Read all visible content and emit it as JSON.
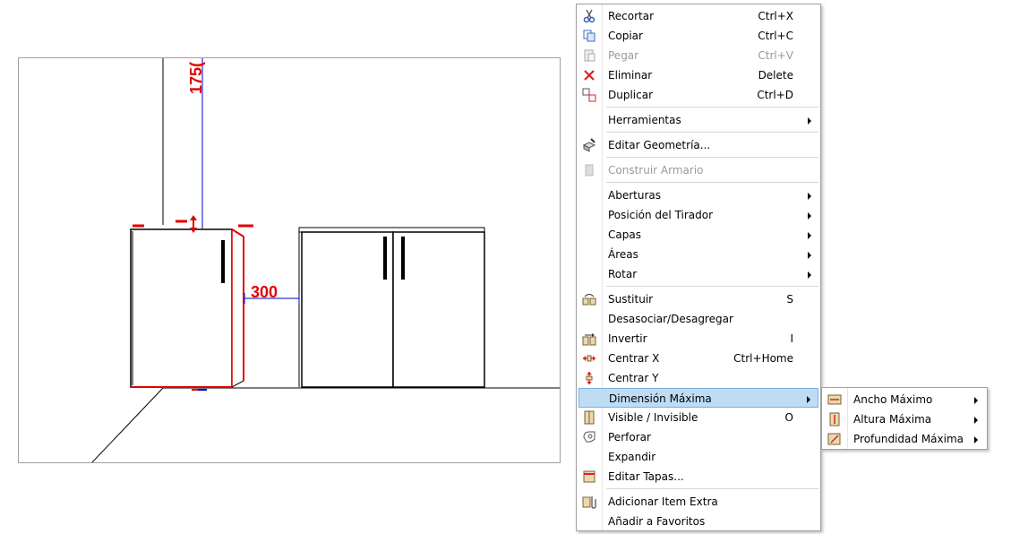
{
  "viewport": {
    "dimensions": {
      "top": "175(",
      "spacing": "300"
    },
    "colors": {
      "dimension": "#e00000",
      "guide": "#0000cc",
      "outline": "#000000",
      "selection": "#e00000"
    }
  },
  "context_menu": {
    "items": [
      {
        "label": "Recortar",
        "shortcut": "Ctrl+X",
        "icon": "scissors-icon"
      },
      {
        "label": "Copiar",
        "shortcut": "Ctrl+C",
        "icon": "copy-icon"
      },
      {
        "label": "Pegar",
        "shortcut": "Ctrl+V",
        "icon": "paste-icon",
        "disabled": true
      },
      {
        "label": "Eliminar",
        "shortcut": "Delete",
        "icon": "delete-icon"
      },
      {
        "label": "Duplicar",
        "shortcut": "Ctrl+D",
        "icon": "duplicate-icon"
      },
      {
        "label": "Herramientas",
        "submenu": true
      },
      {
        "label": "Editar Geometría...",
        "icon": "edit-geometry-icon"
      },
      {
        "label": "Construir Armario",
        "icon": "build-cabinet-icon",
        "disabled": true
      },
      {
        "label": "Aberturas",
        "submenu": true
      },
      {
        "label": "Posición del Tirador",
        "submenu": true
      },
      {
        "label": "Capas",
        "submenu": true
      },
      {
        "label": "Áreas",
        "submenu": true
      },
      {
        "label": "Rotar",
        "submenu": true
      },
      {
        "label": "Sustituir",
        "shortcut": "S",
        "icon": "replace-icon"
      },
      {
        "label": "Desasociar/Desagregar"
      },
      {
        "label": "Invertir",
        "shortcut": "I",
        "icon": "invert-icon"
      },
      {
        "label": "Centrar X",
        "shortcut": "Ctrl+Home",
        "icon": "center-x-icon"
      },
      {
        "label": "Centrar Y",
        "icon": "center-y-icon"
      },
      {
        "label": "Dimensión Máxima",
        "submenu": true,
        "highlighted": true
      },
      {
        "label": "Visible / Invisible",
        "shortcut": "O",
        "icon": "visibility-icon"
      },
      {
        "label": "Perforar",
        "icon": "drill-icon"
      },
      {
        "label": "Expandir"
      },
      {
        "label": "Editar Tapas...",
        "icon": "edit-caps-icon"
      },
      {
        "label": "Adicionar Item Extra",
        "icon": "add-extra-item-icon"
      },
      {
        "label": "Añadir a Favoritos"
      }
    ]
  },
  "submenu": {
    "items": [
      {
        "label": "Ancho Máximo",
        "icon": "max-width-icon",
        "submenu": true
      },
      {
        "label": "Altura Máxima",
        "icon": "max-height-icon",
        "submenu": true
      },
      {
        "label": "Profundidad Máxima",
        "icon": "max-depth-icon",
        "submenu": true
      }
    ]
  },
  "colors": {
    "menu_highlight": "#bfdcf5",
    "menu_highlight_border": "#7ab0de",
    "disabled_text": "#9a9a9a"
  }
}
